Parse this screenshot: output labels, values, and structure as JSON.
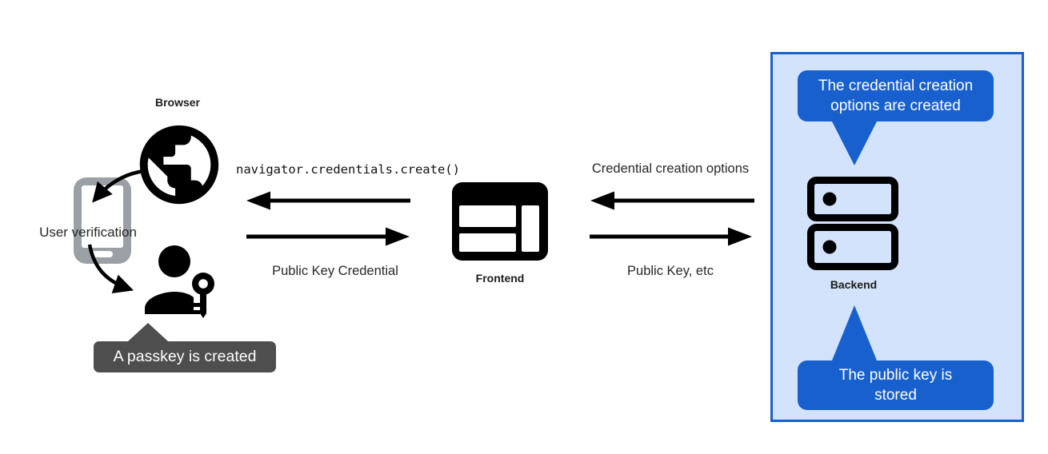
{
  "colors": {
    "blue": "#1960cf",
    "panel_fill": "#d3e3fc",
    "dark_tooltip_bg": "#4e4e4e",
    "phone_gray": "#9aa0a6",
    "ink": "#000000",
    "label_text": "#212121",
    "tooltip_text": "#ffffff",
    "background": "#ffffff"
  },
  "browser_cluster": {
    "title": "Browser",
    "user_verification_label": "User verification",
    "passkey_tooltip": "A passkey is created"
  },
  "frontend_cluster": {
    "title": "Frontend"
  },
  "backend_cluster": {
    "title": "Backend",
    "top_tooltip": "The credential creation\noptions are created",
    "bottom_tooltip": "The public key is\nstored"
  },
  "flows": {
    "frontend_to_browser": "navigator.credentials.create()",
    "browser_to_frontend": "Public Key Credential",
    "backend_to_frontend": "Credential creation options",
    "frontend_to_backend": "Public Key, etc"
  },
  "icons": {
    "globe": "globe-icon",
    "phone": "phone-icon",
    "person_key": "person-with-key-icon",
    "frontend_window": "browser-window-icon",
    "server": "server-stack-icon"
  }
}
